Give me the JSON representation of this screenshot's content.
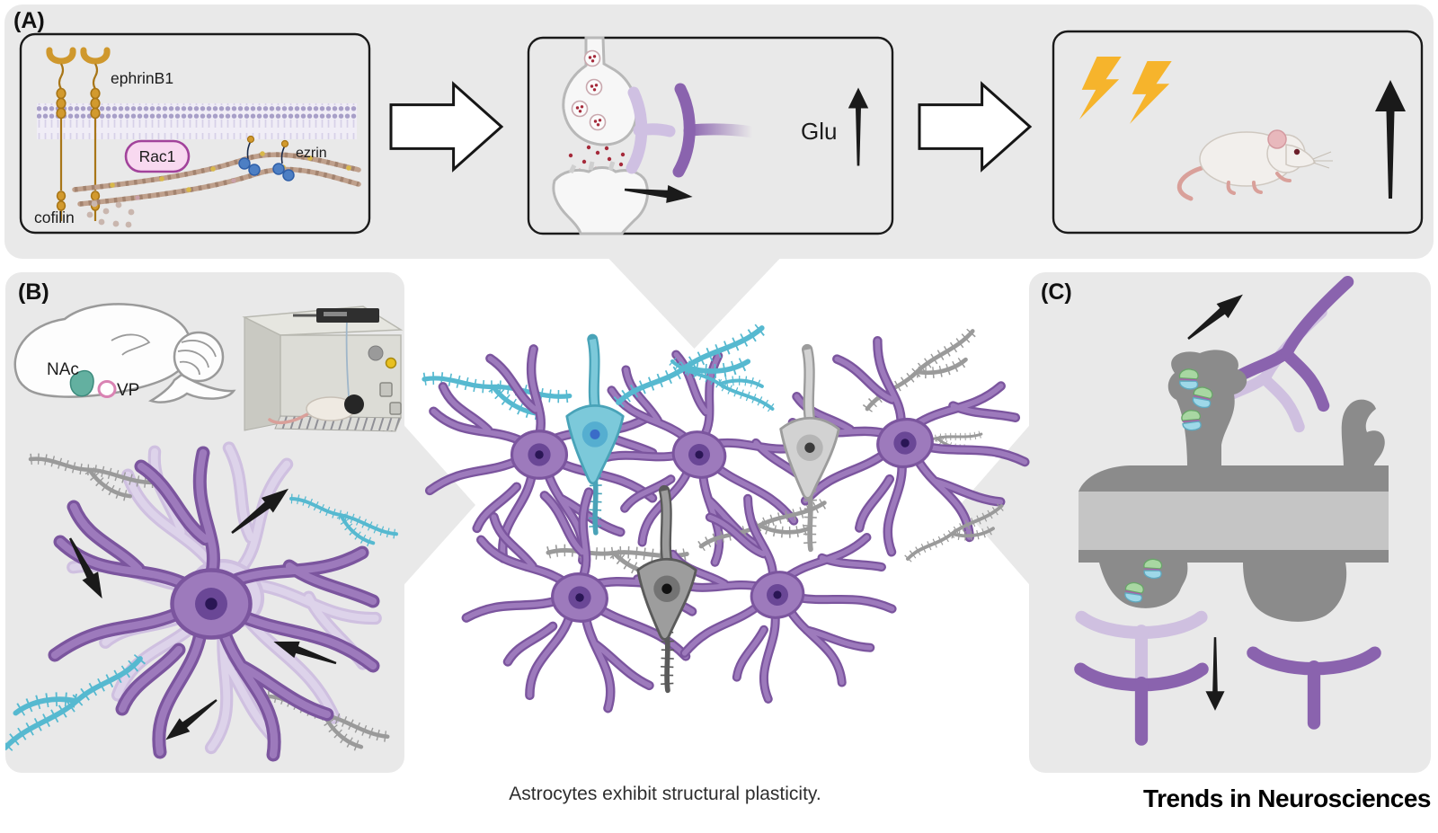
{
  "figure": {
    "caption": "Astrocytes exhibit structural plasticity.",
    "journal": "Trends in Neurosciences"
  },
  "panels": {
    "a": {
      "label": "(A)",
      "membrane_model": {
        "ephrinb1_label": "ephrinB1",
        "rac1_label": "Rac1",
        "ezrin_label": "ezrin",
        "cofilin_label": "cofilin"
      },
      "synapse_model": {
        "glutamate_label": "Glu"
      }
    },
    "b": {
      "label": "(B)",
      "brain_regions": {
        "nac_label": "NAc",
        "vp_label": "VP"
      }
    },
    "c": {
      "label": "(C)"
    }
  },
  "colors": {
    "panel_background": "#e9e9e9",
    "box_border": "#1a1a1a",
    "astrocyte_purple": "#9d7abc",
    "astrocyte_purple_outline": "#7b559e",
    "astrocyte_faded": "#cfc0e0",
    "neuron_teal": "#7cc9da",
    "neuron_gray_light": "#d2d2d2",
    "neuron_gray_dark": "#9d9d9d",
    "dendrite_teal": "#56b9d0",
    "dendrite_gray": "#9a9a9a",
    "receptor_orange": "#d29a2e",
    "rac1_fill": "#f8d9f0",
    "rac1_border": "#a2439b",
    "ezrin_blue": "#4d7fc4",
    "membrane_lavender": "#a89fc8",
    "actin_tan": "#bfa08c",
    "vesicle_red": "#a52a3a",
    "lightning_yellow": "#f6b42c",
    "nac_teal": "#63b0a0",
    "vp_pink": "#d983b3",
    "synapse_green": "#a8d7a2",
    "synapse_cyan": "#9ed8e8",
    "vessel_gray": "#c5c5c5",
    "endfoot_gray": "#8b8b8b",
    "arrow_black": "#1a1a1a"
  }
}
